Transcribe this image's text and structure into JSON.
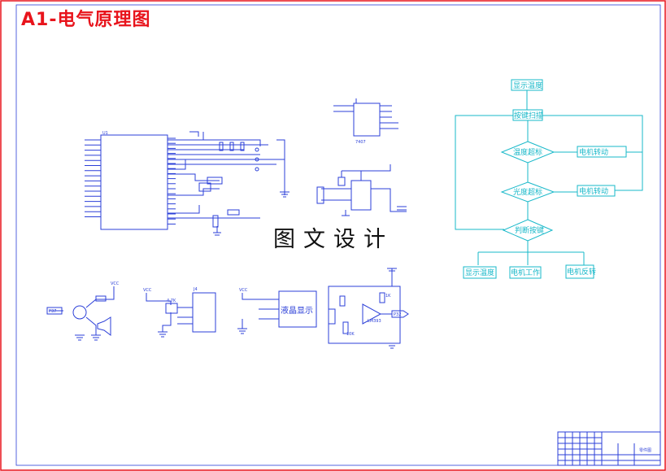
{
  "sheet_title": "A1-电气原理图",
  "watermark": "图文设计",
  "flowchart": {
    "start": "显示温度",
    "scan": "按键扫描",
    "decision_temp": "温度超标",
    "action_motor_on": "电机转动",
    "decision_smoke": "光度超标",
    "action_motor_rev": "电机转动",
    "decision_judge": "判断按键",
    "out_display": "显示温度",
    "out_motor_work": "电机工作",
    "out_motor_rev": "电机反转"
  },
  "schematic": {
    "mcu_label": "U1",
    "lcd_label": "液晶显示",
    "vcc": "VCC",
    "ic_7407": "7407",
    "res_4k7": "4.7K",
    "res_10k": "10K",
    "res_1k": "1K",
    "opamp": "LM393",
    "p37": "P37",
    "p32": "P32",
    "j4": "J4"
  },
  "title_block": {
    "label": "零件图"
  },
  "colors": {
    "title": "#e8141c",
    "line": "#17b8c9",
    "wire": "#2b3fd8",
    "border": "#2b3fd8"
  }
}
